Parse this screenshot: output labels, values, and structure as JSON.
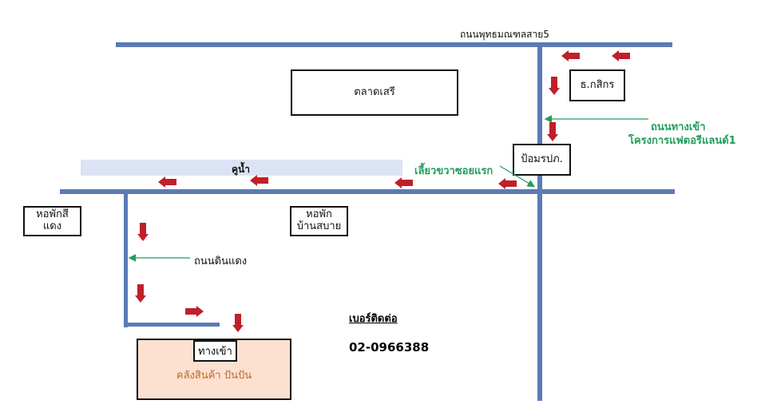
{
  "roads": {
    "top_road_name": "ถนนพุทธมณฑลสาย5",
    "entrance_road": [
      "ถนนทางเข้า",
      "โครงการแฟตอรีแลนด์1"
    ],
    "turn_right": "เลี้ยวขวาซอยแรก",
    "dirt_road": "ถนนดินแดง"
  },
  "places": {
    "market": "ตลาดเสรี",
    "bank": "ธ.กสิกร",
    "police_box": "ป้อมรปภ.",
    "canal": "คูน้ำ",
    "dorm_sidaeng": [
      "หอพักสี",
      "แดง"
    ],
    "dorm_sabai": [
      "หอพัก",
      "บ้านสบาย"
    ],
    "warehouse": "คลังสินค้า ปันปัน",
    "entrance": "ทางเข้า"
  },
  "contact": {
    "title": "เบอร์ติดต่อ",
    "phone": "02-0966388"
  },
  "colors": {
    "road": "#5a7bb6",
    "canal": "#dce3f4",
    "arrow": "#c0202a",
    "annotation": "#1f9e5a",
    "warehouse_fill": "#fce0d0",
    "warehouse_text": "#c06a25"
  }
}
